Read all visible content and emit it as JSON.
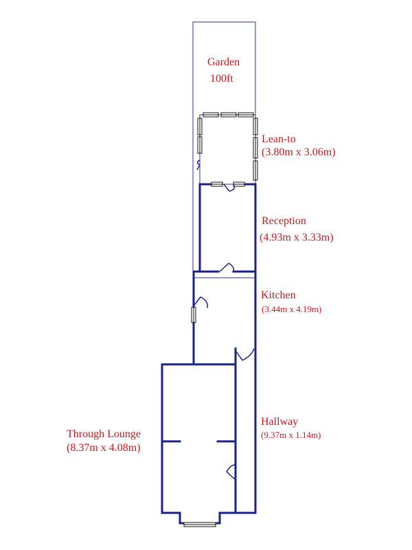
{
  "rooms": {
    "garden": {
      "name": "Garden",
      "size": "100ft"
    },
    "lean_to": {
      "name": "Lean-to",
      "size": "(3.80m x 3.06m)"
    },
    "reception": {
      "name": "Reception",
      "size": "(4.93m x 3.33m)"
    },
    "kitchen": {
      "name": "Kitchen",
      "size": "(3.44m x 4.19m)"
    },
    "hallway": {
      "name": "Hallway",
      "size": "(9.37m x 1.14m)"
    },
    "through_lounge": {
      "name": "Through Lounge",
      "size": "(8.37m x 4.08m)"
    }
  },
  "colors": {
    "label": "#c8161d",
    "wall": "#1a1f8a"
  }
}
